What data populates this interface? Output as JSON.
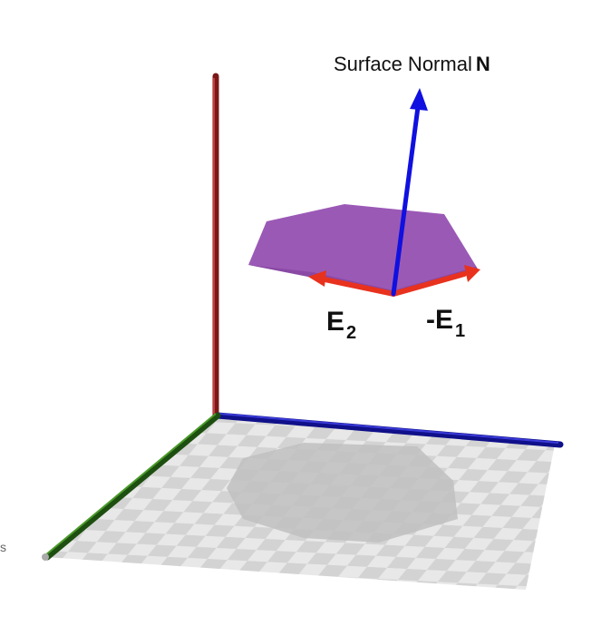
{
  "normal_label": {
    "text": "Surface Normal",
    "symbol": "N"
  },
  "edge_e2": {
    "letter": "E",
    "subscript": "2"
  },
  "edge_neg_e1": {
    "letter": "-E",
    "subscript": "1"
  },
  "edge_mark": "s",
  "colors": {
    "axis_vertical": "#b02020",
    "axis_right": "#1a1ab4",
    "axis_left": "#2d7a1a",
    "polygon": "#9b59b6",
    "normal_vector": "#1010e0",
    "edge_vectors": "#e8321e",
    "floor_light": "#e6e6e6",
    "floor_dark": "#cfcfcf",
    "shadow": "#bdbdbd"
  }
}
